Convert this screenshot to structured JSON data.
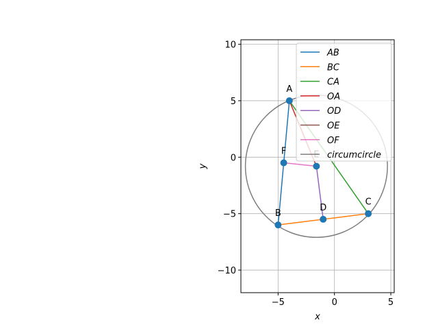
{
  "chart_data": {
    "type": "scatter",
    "xlabel": "x",
    "ylabel": "y",
    "xlim": [
      -8.3,
      5.3
    ],
    "ylim": [
      -12,
      10.4
    ],
    "xticks": [
      -5,
      0,
      5
    ],
    "yticks": [
      -10,
      -5,
      0,
      5,
      10
    ],
    "grid": true,
    "legend_position": "top-right",
    "points": [
      {
        "label": "A",
        "x": -4,
        "y": 5
      },
      {
        "label": "B",
        "x": -5,
        "y": -6
      },
      {
        "label": "C",
        "x": 3,
        "y": -5
      },
      {
        "label": "D",
        "x": -1,
        "y": -5.5
      },
      {
        "label": "E",
        "x": -1.6,
        "y": -0.8
      },
      {
        "label": "F",
        "x": -4.5,
        "y": -0.5
      }
    ],
    "series": [
      {
        "name": "AB",
        "color": "#1f77b4",
        "x": [
          -4,
          -5
        ],
        "y": [
          5,
          -6
        ]
      },
      {
        "name": "BC",
        "color": "#ff7f0e",
        "x": [
          -5,
          3
        ],
        "y": [
          -6,
          -5
        ]
      },
      {
        "name": "CA",
        "color": "#2ca02c",
        "x": [
          3,
          -4
        ],
        "y": [
          -5,
          5
        ]
      },
      {
        "name": "OA",
        "color": "#d62728",
        "x": [
          -1.6,
          -4
        ],
        "y": [
          -0.8,
          5
        ]
      },
      {
        "name": "OD",
        "color": "#9467bd",
        "x": [
          -1.6,
          -1
        ],
        "y": [
          -0.8,
          -5.5
        ]
      },
      {
        "name": "OE",
        "color": "#8c564b",
        "x": [
          -1.6,
          -1.6
        ],
        "y": [
          -0.8,
          -0.8
        ]
      },
      {
        "name": "OF",
        "color": "#e377c2",
        "x": [
          -1.6,
          -4.5
        ],
        "y": [
          -0.8,
          -0.5
        ]
      },
      {
        "name": "circumcircle",
        "color": "#7f7f7f",
        "center": [
          -1.6,
          -0.8
        ],
        "radius": 6.3
      }
    ]
  }
}
